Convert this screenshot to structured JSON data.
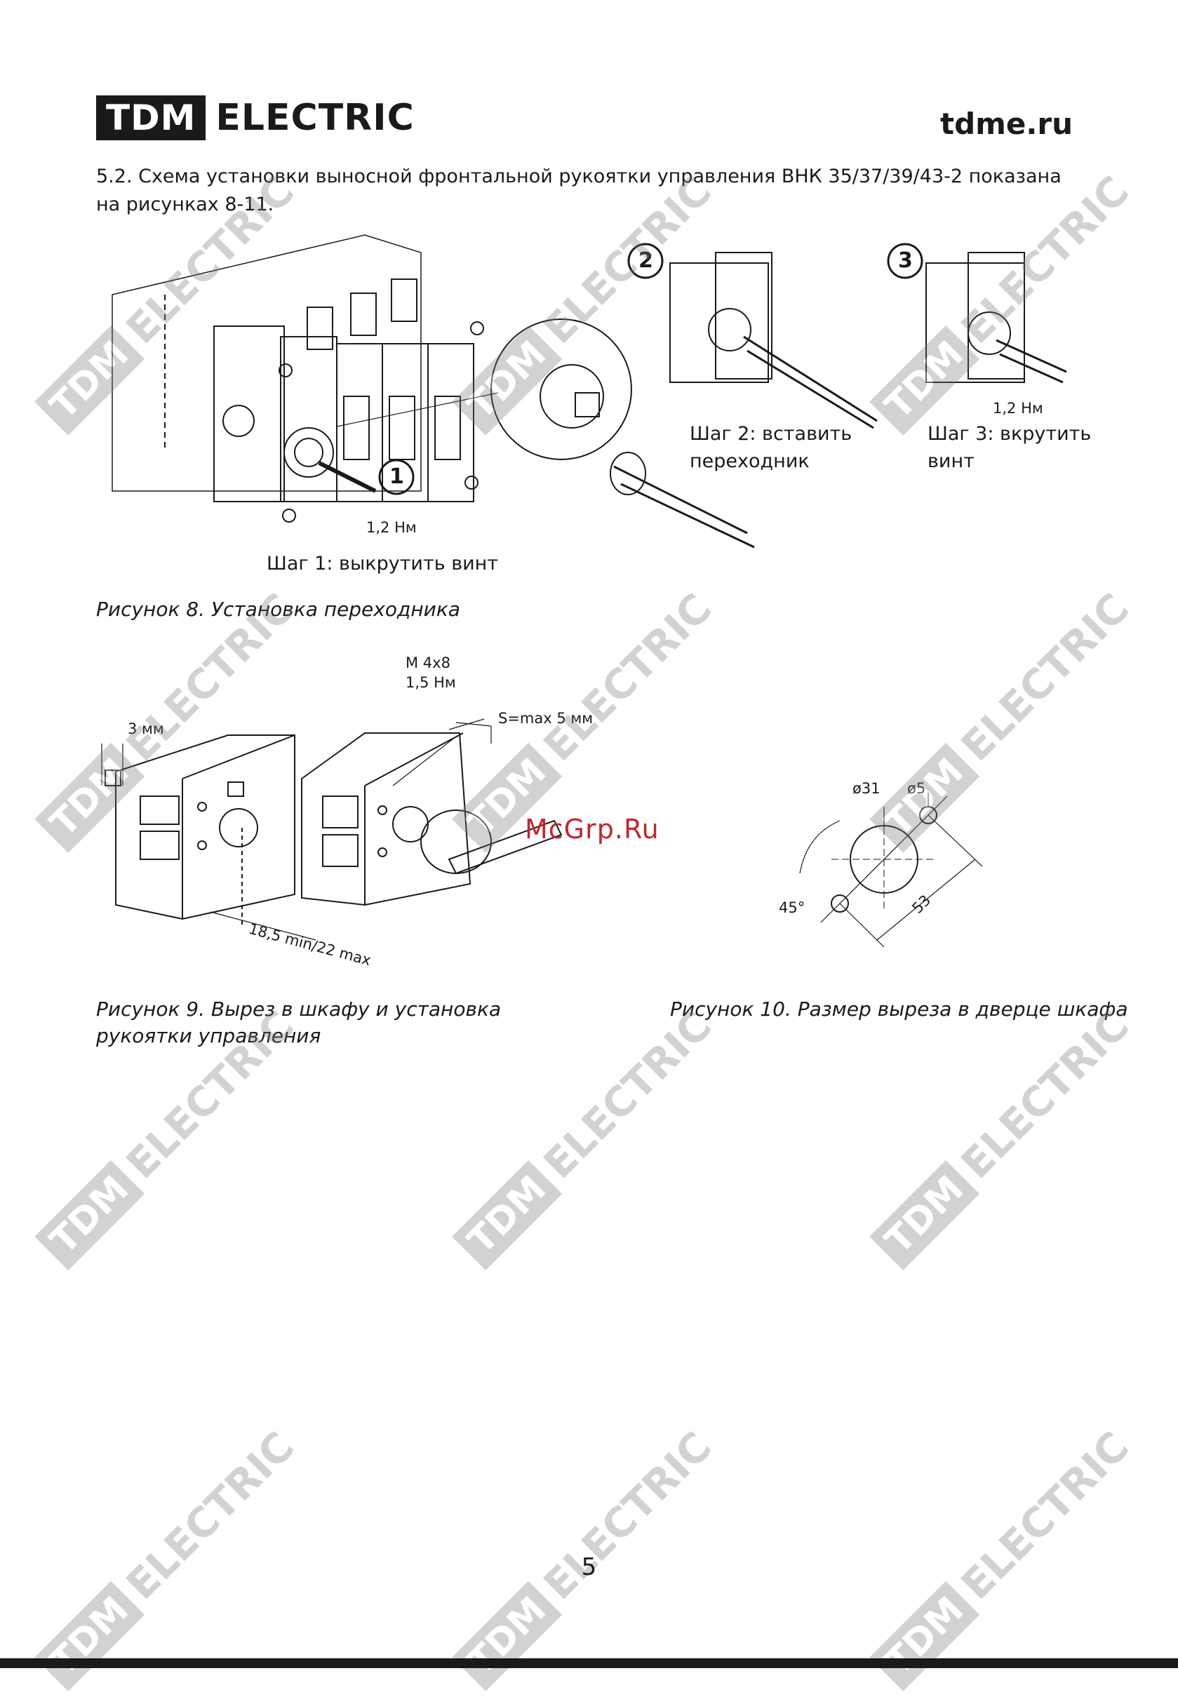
{
  "header": {
    "logo_box": "TDM",
    "logo_text": "ELECTRIC",
    "site": "tdme.ru"
  },
  "intro": "5.2. Схема установки выносной фронтальной рукоятки управления ВНК 35/37/39/43-2 показана на рисунках 8-11.",
  "figure8": {
    "step_numbers": [
      "1",
      "2",
      "3"
    ],
    "torque_1": "1,2 Нм",
    "torque_3": "1,2 Нм",
    "step1": "Шаг 1: выкрутить винт",
    "step2_line1": "Шаг 2: вставить",
    "step2_line2": "переходник",
    "step3_line1": "Шаг 3: вкрутить",
    "step3_line2": "винт",
    "caption": "Рисунок 8. Установка переходника"
  },
  "figure9": {
    "dim_3mm": "3 мм",
    "screw": "М 4х8",
    "torque": "1,5 Нм",
    "s_max": "S=max 5 мм",
    "range": "18,5 min/22 max",
    "caption_line1": "Рисунок 9. Вырез в шкафу и установка",
    "caption_line2": "рукоятки управления"
  },
  "figure10": {
    "d31": "ø31",
    "d5": "ø5",
    "angle": "45°",
    "dist": "53",
    "caption": "Рисунок 10. Размер выреза в дверце шкафа"
  },
  "overlay": "McGrp.Ru",
  "watermark": {
    "box": "TDM",
    "text": "ELECTRIC"
  },
  "page_number": "5"
}
